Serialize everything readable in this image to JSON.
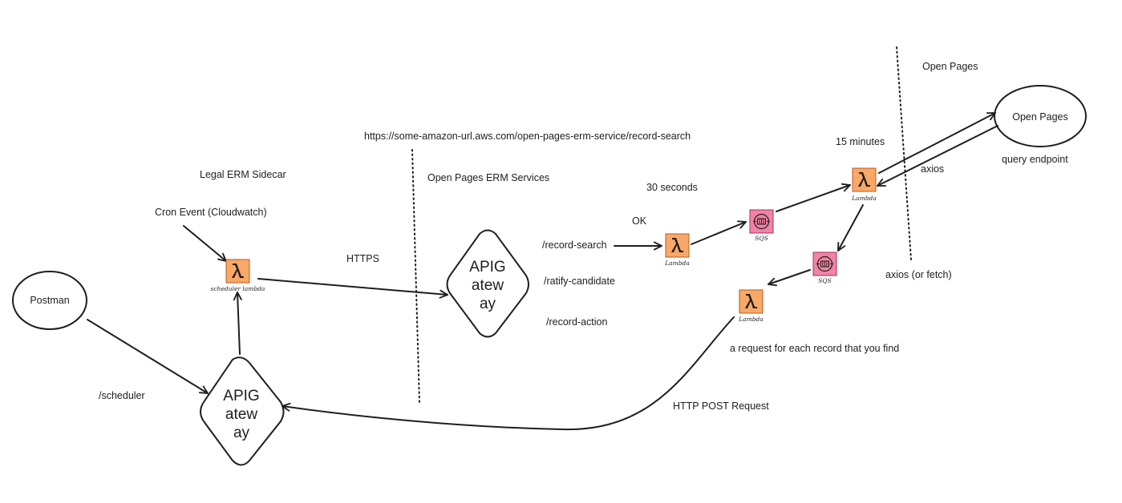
{
  "colors": {
    "stroke": "#1e1e1e",
    "lambda_fill": "#f9a868",
    "lambda_border": "#b85c1e",
    "sqs_fill": "#f083a6",
    "sqs_border": "#a8325b",
    "icon_glyph": "#1e1e1e"
  },
  "nodes": {
    "postman": "Postman",
    "open_pages_node": "Open Pages",
    "apigw_left": {
      "line1": "APIG",
      "line2": "atew",
      "line3": "ay"
    },
    "apigw_center": {
      "line1": "APIG",
      "line2": "atew",
      "line3": "ay"
    },
    "scheduler_lambda_caption": "scheduler lambda",
    "lambda_caption": "Lambda",
    "sqs_caption": "SQS"
  },
  "labels": {
    "legal_erm_sidecar": "Legal ERM Sidecar",
    "cron_event": "Cron Event (Cloudwatch)",
    "scheduler_route": "/scheduler",
    "https": "HTTPS",
    "url": "https://some-amazon-url.aws.com/open-pages-erm-service/record-search",
    "erm_services": "Open Pages ERM Services",
    "record_search": "/record-search",
    "ratify_candidate": "/ratify-candidate",
    "record_action": "/record-action",
    "ok": "OK",
    "thirty_seconds": "30 seconds",
    "fifteen_minutes": "15 minutes",
    "axios": "axios",
    "axios_or_fetch": "axios (or fetch)",
    "open_pages_region": "Open Pages",
    "query_endpoint": "query endpoint",
    "request_each_record": "a request for each record that you find",
    "http_post": "HTTP POST Request"
  },
  "icons": {
    "lambda": "lambda-icon",
    "sqs": "sqs-queue-icon"
  }
}
